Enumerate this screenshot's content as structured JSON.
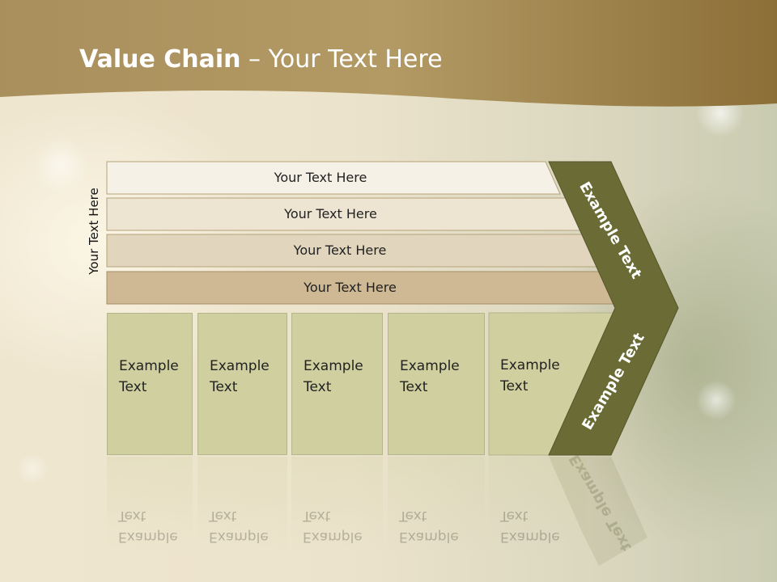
{
  "slide": {
    "title_bold": "Value Chain",
    "title_rest": " – Your Text Here",
    "side_label": "Your Text Here"
  },
  "rows": [
    {
      "label": "Your Text Here"
    },
    {
      "label": "Your Text Here"
    },
    {
      "label": "Your Text Here"
    },
    {
      "label": "Your Text Here"
    }
  ],
  "boxes": [
    {
      "label": "Example\nText"
    },
    {
      "label": "Example\nText"
    },
    {
      "label": "Example\nText"
    },
    {
      "label": "Example\nText"
    },
    {
      "label": "Example\nText"
    }
  ],
  "chevron": {
    "top_label": "Example Text",
    "bottom_label": "Example Text"
  },
  "colors": {
    "header": "#a98f58",
    "chevron": "#6b6b36",
    "box": "#cfcf9f",
    "row_4": "#cfb894"
  }
}
